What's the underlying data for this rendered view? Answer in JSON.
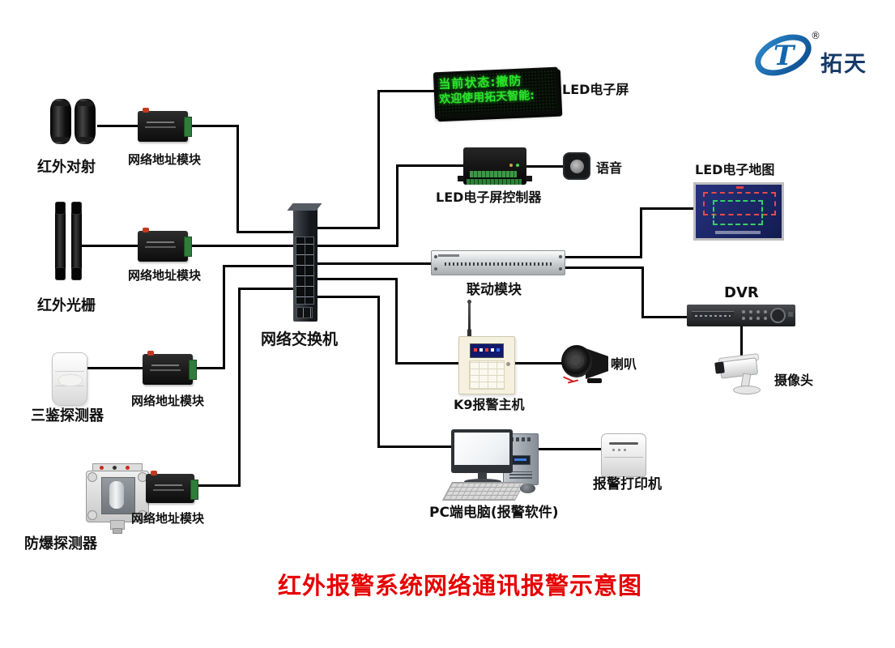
{
  "page": {
    "title": "红外报警系统网络通讯报警示意图"
  },
  "logo": {
    "monogram": "T",
    "registered": "®",
    "brand": "拓天"
  },
  "led_screen": {
    "line1": "当前状态:撤防",
    "line2": "欢迎使用拓天智能:"
  },
  "labels": {
    "infrared_beam": "红外对射",
    "net_module": "网络地址模块",
    "infrared_grating": "红外光栅",
    "triple_detector": "三鉴探测器",
    "explosion_detector": "防爆探测器",
    "network_switch": "网络交换机",
    "led_screen": "LED电子屏",
    "led_controller": "LED电子屏控制器",
    "voice": "语音",
    "linkage_module": "联动模块",
    "led_map": "LED电子地图",
    "dvr": "DVR",
    "camera": "摄像头",
    "k9_host": "K9报警主机",
    "horn": "喇叭",
    "pc": "PC端电脑(报警软件)",
    "printer": "报警打印机"
  },
  "colors": {
    "title_red": "#e60000",
    "led_green": "#2be32b",
    "logo_blue": "#1467ae",
    "brand_navy": "#153a6a",
    "map_navy": "#1b2f7a",
    "line_black": "#000000"
  }
}
